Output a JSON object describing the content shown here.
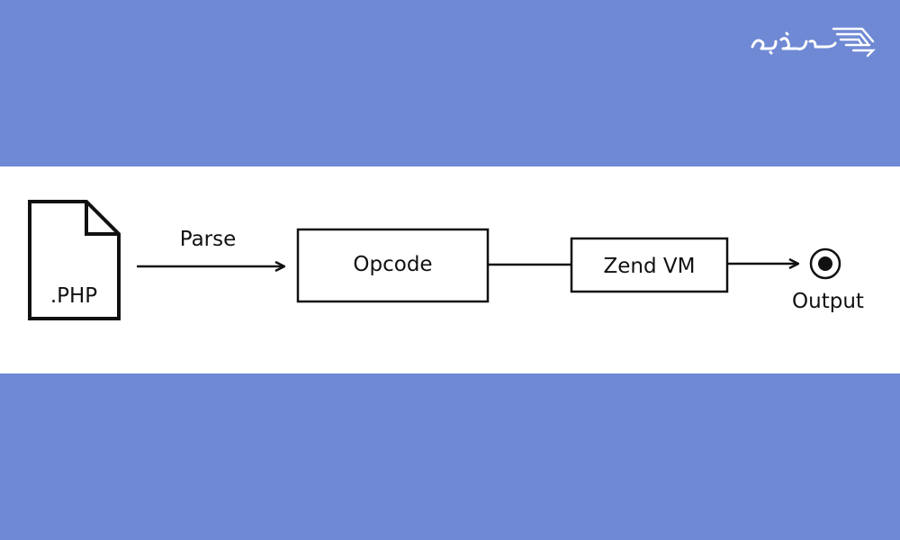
{
  "brand": {
    "logo_text": "سون لرن"
  },
  "diagram": {
    "file_label": ".PHP",
    "parse_label": "Parse",
    "opcode_label": "Opcode",
    "vm_label": "Zend VM",
    "output_label": "Output"
  }
}
